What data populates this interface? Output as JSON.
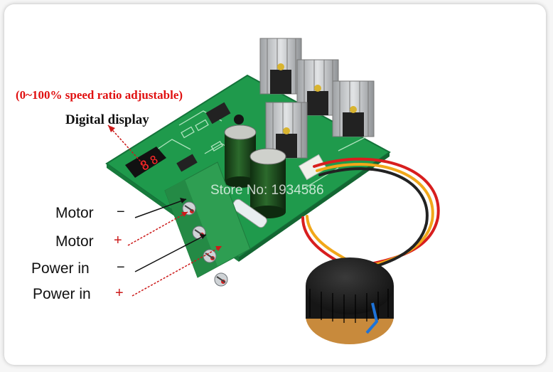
{
  "title": "(0~100% speed ratio adjustable)",
  "display_label": "Digital display",
  "display_digit": "8",
  "terminals": [
    {
      "label": "Motor",
      "sign": "−"
    },
    {
      "label": "Motor",
      "sign": "+"
    },
    {
      "label": "Power in",
      "sign": "−"
    },
    {
      "label": "Power in",
      "sign": "+"
    }
  ],
  "watermark": "Store No: 1934586",
  "colors": {
    "pcb": "#1f9a4c",
    "terminal": "#2e9e52",
    "arrow_red": "#cc1a1a",
    "arrow_black": "#111111",
    "knob": "#1c1c1c",
    "accent_blue": "#1e73d8",
    "heatsink": "#c8cacc"
  }
}
